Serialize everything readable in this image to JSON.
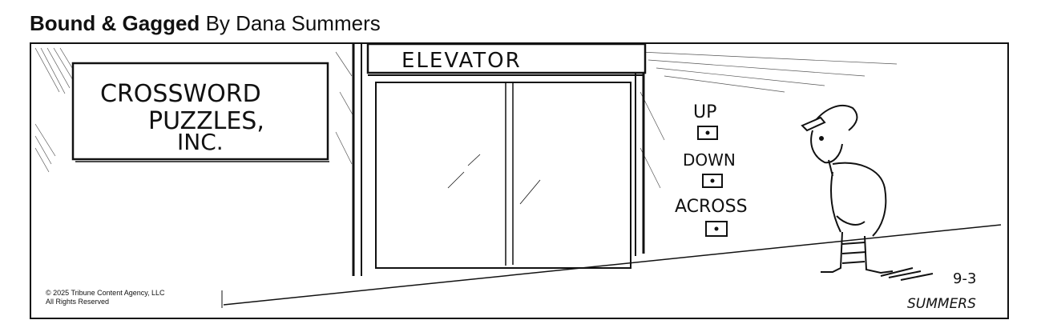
{
  "comic": {
    "title": "Bound & Gagged",
    "byline": "By Dana Summers",
    "sign_lines": [
      "CROSSWORD",
      "PUZZLES,",
      "INC."
    ],
    "elevator_label": "ELEVATOR",
    "buttons": [
      "UP",
      "DOWN",
      "ACROSS"
    ],
    "date": "9-3",
    "signature": "SUMMERS",
    "copyright_line1": "© 2025 Tribune Content Agency, LLC",
    "copyright_line2": "All Rights Reserved"
  }
}
